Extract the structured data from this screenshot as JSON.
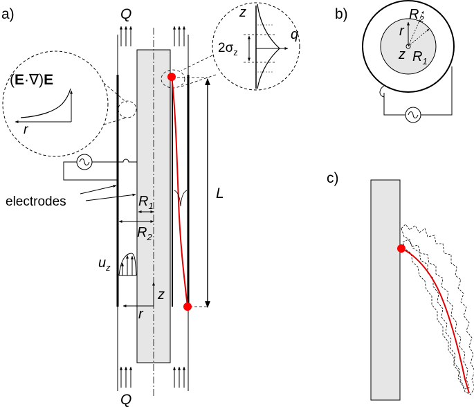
{
  "panels": {
    "a": "a)",
    "b": "b)",
    "c": "c)"
  },
  "panel_a": {
    "flow_top": "Q",
    "flow_bottom": "Q",
    "electrodes": "electrodes",
    "R1": "R",
    "R1_sub": "1",
    "R2": "R",
    "R2_sub": "2",
    "L": "L",
    "uz": "u",
    "uz_sub": "z",
    "z_axis": "z",
    "r_axis": "r",
    "inset_force": {
      "paren_open": "(",
      "E1": "E",
      "dot": "·",
      "nabla": "∇",
      "paren_close": ")",
      "E2": "E",
      "r": "r"
    },
    "inset_dist": {
      "z": "z",
      "q": "q",
      "sigma_prefix": "2σ",
      "sigma_sub": "z"
    }
  },
  "panel_b": {
    "R2": "R",
    "R2_sub": "2",
    "R1": "R",
    "R1_sub": "1",
    "r": "r",
    "z": "z"
  },
  "colors": {
    "trajectory": "#e00000",
    "particle": "#ff0000",
    "electrode_gray": "#e6e6e6",
    "line": "#000000"
  }
}
